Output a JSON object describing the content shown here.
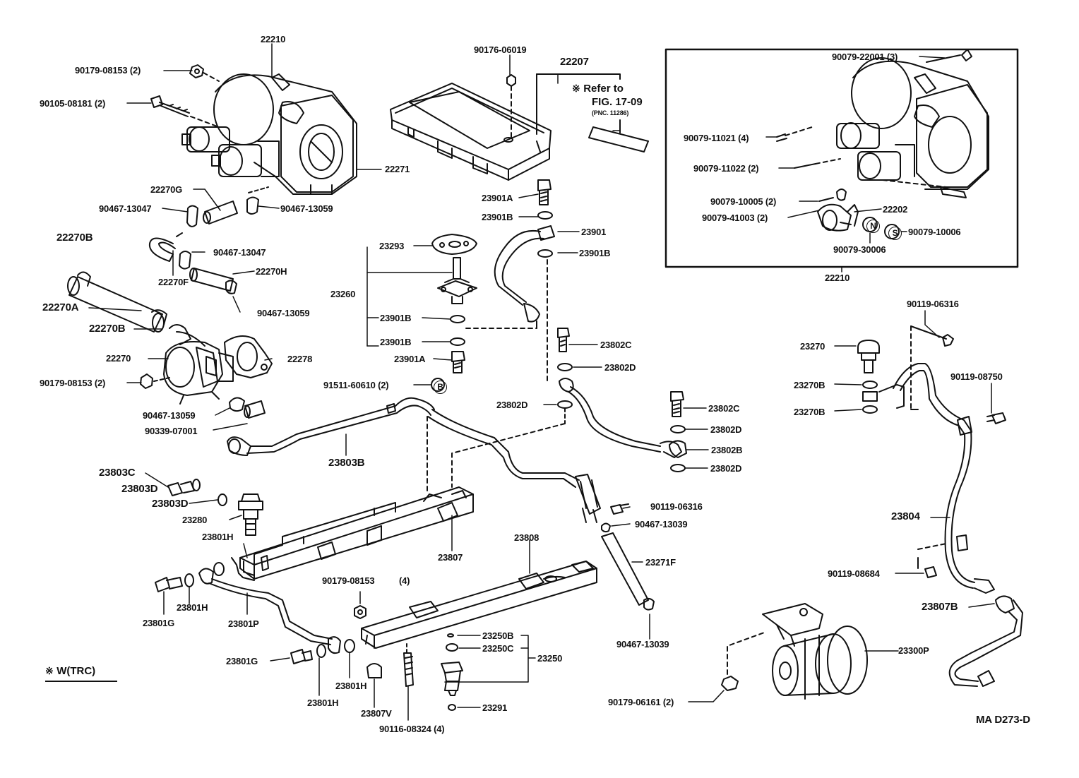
{
  "diagram": {
    "code": "MA D273-D",
    "note_mark": "※",
    "note_w_trc": "W(TRC)",
    "refer": {
      "mark": "※",
      "line1": "Refer to",
      "line2": "FIG. 17-09",
      "line3": "(PNC. 11286)"
    },
    "circle_letters": {
      "B": "B",
      "N": "N",
      "S": "S"
    },
    "parts": {
      "p22210_top": "22210",
      "p90179_08153_2_a": "90179-08153 (2)",
      "p90105_08181_2": "90105-08181 (2)",
      "p22271": "22271",
      "p22270G": "22270G",
      "p90467_13047_a": "90467-13047",
      "p90467_13059_a": "90467-13059",
      "p22270B_a": "22270B",
      "p90467_13047_b": "90467-13047",
      "p22270H": "22270H",
      "p22270F": "22270F",
      "p22270A": "22270A",
      "p90467_13059_b": "90467-13059",
      "p22270B_b": "22270B",
      "p22270": "22270",
      "p22278": "22278",
      "p90179_08153_2_b": "90179-08153 (2)",
      "p90467_13059_c": "90467-13059",
      "p90339_07001": "90339-07001",
      "p90176_06019": "90176-06019",
      "p22207": "22207",
      "p23901A_a": "23901A",
      "p23901B_a": "23901B",
      "p23901": "23901",
      "p23293": "23293",
      "p23901B_b": "23901B",
      "p23260": "23260",
      "p23901B_c": "23901B",
      "p23901B_d": "23901B",
      "p23901A_b": "23901A",
      "p91511_60610_2": "91511-60610 (2)",
      "p23802C_a": "23802C",
      "p23802D_a": "23802D",
      "p23802D_b": "23802D",
      "p23803B": "23803B",
      "p23802C_b": "23802C",
      "p23802D_c": "23802D",
      "p23802B": "23802B",
      "p23802D_d": "23802D",
      "p23803C": "23803C",
      "p23803D_a": "23803D",
      "p23803D_b": "23803D",
      "p23280": "23280",
      "p23801H_a": "23801H",
      "p23807": "23807",
      "p23808": "23808",
      "p90119_06316_a": "90119-06316",
      "p90467_13039_a": "90467-13039",
      "p23271F": "23271F",
      "p23801G_a": "23801G",
      "p23801H_b": "23801H",
      "p23801P": "23801P",
      "p90179_08153_4": "90179-08153",
      "p90179_08153_4_qty": "(4)",
      "p23250B": "23250B",
      "p23250C": "23250C",
      "p23250": "23250",
      "p90467_13039_b": "90467-13039",
      "p23801G_b": "23801G",
      "p23801H_c": "23801H",
      "p23801H_d": "23801H",
      "p23807V": "23807V",
      "p23291": "23291",
      "p90116_08324_4": "90116-08324 (4)",
      "p90079_22001_3": "90079-22001 (3)",
      "p90079_11021_4": "90079-11021 (4)",
      "p90079_11022_2": "90079-11022 (2)",
      "p90079_10005_2": "90079-10005 (2)",
      "p90079_41003_2": "90079-41003 (2)",
      "p22202": "22202",
      "p90079_10006": "90079-10006",
      "p90079_30006": "90079-30006",
      "p22210_box": "22210",
      "p90119_06316_b": "90119-06316",
      "p23270": "23270",
      "p23270B_a": "23270B",
      "p23270B_b": "23270B",
      "p90119_08750": "90119-08750",
      "p23804": "23804",
      "p90119_08684": "90119-08684",
      "p23807B": "23807B",
      "p23300P": "23300P",
      "p90179_06161_2": "90179-06161 (2)"
    }
  }
}
